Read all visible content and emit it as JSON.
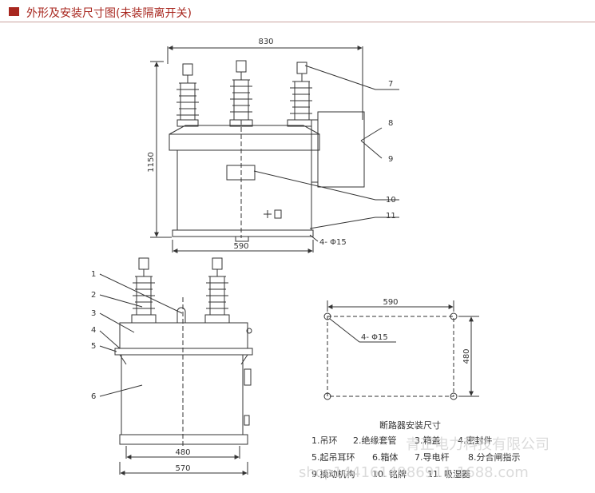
{
  "header": {
    "title": "外形及安装尺寸图(未装隔离开关)"
  },
  "front_view": {
    "dims": {
      "width": "830",
      "height": "1150",
      "base_width": "590",
      "holes": "4- Φ15"
    },
    "callouts": [
      "7",
      "8",
      "9",
      "10",
      "11"
    ]
  },
  "side_view": {
    "callouts": [
      "1",
      "2",
      "3",
      "4",
      "5",
      "6"
    ],
    "dims": {
      "inner": "480",
      "outer": "570"
    }
  },
  "mounting_plan": {
    "dims": {
      "width": "590",
      "depth": "480",
      "holes": "4- Φ15"
    }
  },
  "parts_legend": {
    "title": "断路器安装尺寸",
    "rows": [
      [
        "1.吊环",
        "2.绝缘套管",
        "3.箱盖",
        "4.密封件"
      ],
      [
        "5.起吊耳环",
        "6.箱体",
        "7.导电杆",
        "8.分合闸指示"
      ],
      [
        "9.操动机构",
        "10. 铭牌",
        "11. 吸湿器",
        ""
      ]
    ]
  },
  "watermark": {
    "line1": "青正电力科技有限公司",
    "line2": "shop1441614986911.1688.com"
  }
}
